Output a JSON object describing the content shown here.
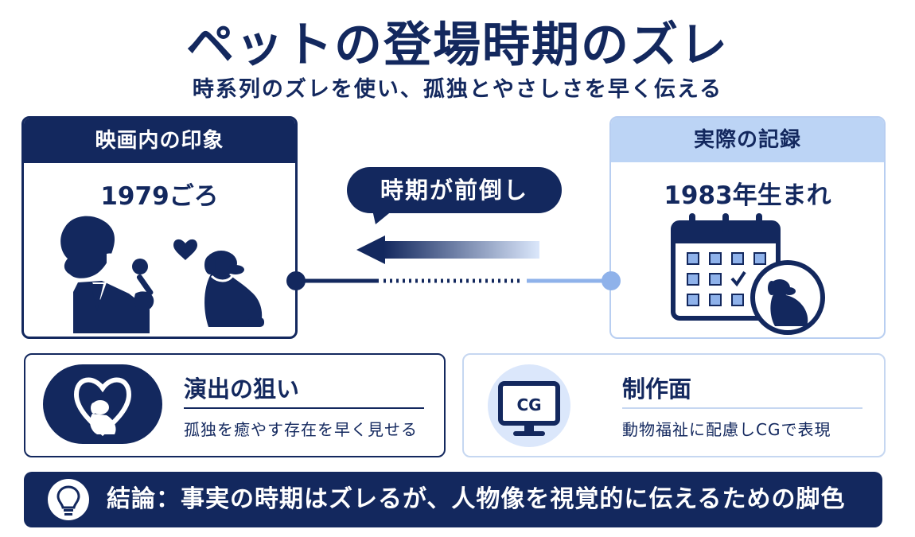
{
  "title": "ペットの登場時期のズレ",
  "subtitle": "時系列のズレを使い、孤独とやさしさを早く伝える",
  "left_card": {
    "header": "映画内の印象",
    "year": "1979ごろ",
    "icons": [
      "singer-with-microphone-icon",
      "heart-icon",
      "dog-icon"
    ]
  },
  "right_card": {
    "header": "実際の記録",
    "year": "1983年生まれ",
    "icons": [
      "calendar-icon",
      "dog-icon"
    ]
  },
  "middle": {
    "bubble": "時期が前倒し",
    "arrow_direction": "left"
  },
  "boxes": [
    {
      "title": "演出の狙い",
      "text": "孤独を癒やす存在を早く見せる",
      "icon": "heart-dog-icon"
    },
    {
      "title": "制作面",
      "text": "動物福祉に配慮しCGで表現",
      "icon": "monitor-cg-icon",
      "icon_label": "CG"
    }
  ],
  "conclusion": {
    "icon": "lightbulb-icon",
    "text": "結論：事実の時期はズレるが、人物像を視覚的に伝えるための脚色"
  },
  "colors": {
    "navy": "#13285e",
    "light_blue": "#bcd4f5",
    "border_light": "#c6d7f1",
    "accent": "#6e98dd"
  }
}
